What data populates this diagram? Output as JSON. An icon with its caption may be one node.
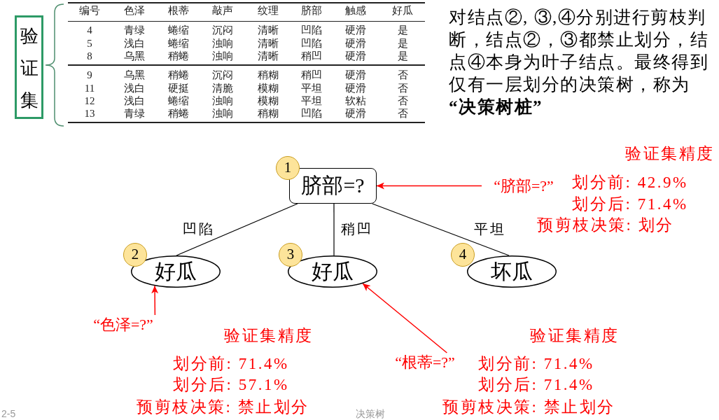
{
  "diagram": {
    "nodes": [
      {
        "text": [
          "验证集"
        ]
      },
      {
        "text": [
          "脐部=?"
        ],
        "beside": [
          "1"
        ]
      },
      {
        "text": [
          "好瓜"
        ],
        "beside": [
          "2"
        ]
      },
      {
        "text": [
          "好瓜"
        ],
        "beside": [
          "3"
        ]
      },
      {
        "text": [
          "坏瓜"
        ],
        "beside": [
          "4"
        ]
      },
      {
        "text": [
          "“脐部=?”"
        ]
      },
      {
        "text": [
          "“色泽=?”"
        ]
      },
      {
        "text": [
          "“根蒂=?”"
        ]
      }
    ],
    "edges": [
      {
        "from": 1,
        "to": 2,
        "arrow": "none",
        "label": "凹陷"
      },
      {
        "from": 1,
        "to": 3,
        "arrow": "none",
        "label": "稍凹"
      },
      {
        "from": 1,
        "to": 4,
        "arrow": "none",
        "label": "平坦"
      },
      {
        "from": 5,
        "to": 1,
        "arrow": "to",
        "color": "#ff0000"
      },
      {
        "from": 6,
        "to": 2,
        "arrow": "to",
        "color": "#ff0000"
      },
      {
        "from": 7,
        "to": 3,
        "arrow": "to",
        "color": "#ff0000"
      }
    ],
    "labels": [
      "编号",
      "色泽",
      "根蒂",
      "敲声",
      "纹理",
      "脐部",
      "触感",
      "好瓜",
      "4",
      "青绿",
      "蜷缩",
      "沉闷",
      "清晰",
      "凹陷",
      "硬滑",
      "是",
      "5",
      "浅白",
      "蜷缩",
      "浊响",
      "清晰",
      "凹陷",
      "硬滑",
      "是",
      "8",
      "乌黑",
      "稍蜷",
      "浊响",
      "清晰",
      "稍凹",
      "硬滑",
      "是",
      "9",
      "乌黑",
      "稍蜷",
      "沉闷",
      "稍糊",
      "稍凹",
      "硬滑",
      "否",
      "11",
      "浅白",
      "硬挺",
      "清脆",
      "模糊",
      "平坦",
      "硬滑",
      "否",
      "12",
      "浅白",
      "蜷缩",
      "浊响",
      "模糊",
      "平坦",
      "软粘",
      "否",
      "13",
      "青绿",
      "稍蜷",
      "浊响",
      "稍糊",
      "凹陷",
      "硬滑",
      "否",
      "对结点②, ③,④分别进行剪枝判断，结点②，③都禁止划分，结点④本身为叶子结点。最终得到仅有一层划分的决策树，称为**“决策树桩”**",
      "验证集精度",
      "划分前: 42.9%",
      "划分后: 71.4%",
      "预剪枝决策: 划分",
      "验证集精度",
      "划分前: 71.4%",
      "划分后: 57.1%",
      "预剪枝决策: 禁止划分",
      "验证集精度",
      "划分前: 71.4%",
      "划分后: 71.4%",
      "预剪枝决策: 禁止划分",
      "2-5",
      "决策树"
    ]
  }
}
